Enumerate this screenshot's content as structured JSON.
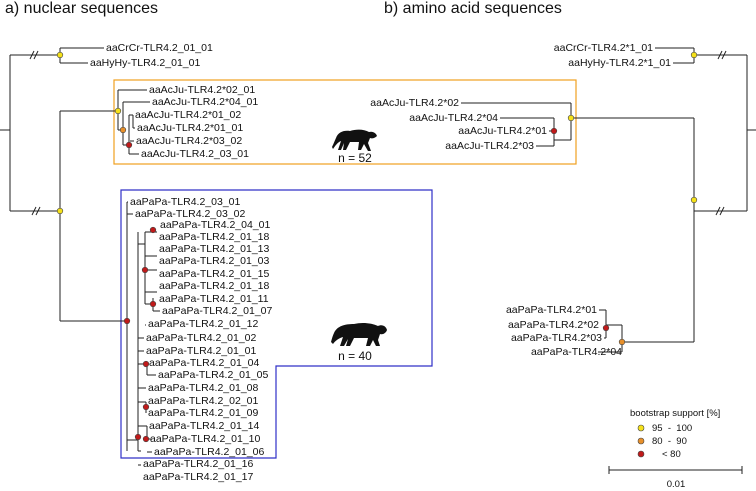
{
  "headers": {
    "a": "a) nuclear sequences",
    "b": "b) amino acid sequences"
  },
  "tree_a": {
    "outgroup": [
      "aaCrCr-TLR4.2_01_01",
      "aaHyHy-TLR4.2_01_01"
    ],
    "acju_tips": [
      "aaAcJu-TLR4.2*02_01",
      "aaAcJu-TLR4.2*04_01",
      "aaAcJu-TLR4.2*01_02",
      "aaAcJu-TLR4.2*01_01",
      "aaAcJu-TLR4.2*03_02",
      "aaAcJu-TLR4.2_03_01"
    ],
    "papa_tips": [
      "aaPaPa-TLR4.2_03_01",
      "aaPaPa-TLR4.2_03_02",
      "aaPaPa-TLR4.2_04_01",
      "aaPaPa-TLR4.2_01_18",
      "aaPaPa-TLR4.2_01_13",
      "aaPaPa-TLR4.2_01_03",
      "aaPaPa-TLR4.2_01_15",
      "aaPaPa-TLR4.2_01_18",
      "aaPaPa-TLR4.2_01_11",
      "aaPaPa-TLR4.2_01_07",
      "aaPaPa-TLR4.2_01_12",
      "aaPaPa-TLR4.2_01_02",
      "aaPaPa-TLR4.2_01_01",
      "aaPaPa-TLR4.2_01_04",
      "aaPaPa-TLR4.2_01_05",
      "aaPaPa-TLR4.2_01_08",
      "aaPaPa-TLR4.2_02_01",
      "aaPaPa-TLR4.2_01_09",
      "aaPaPa-TLR4.2_01_14",
      "aaPaPa-TLR4.2_01_10",
      "aaPaPa-TLR4.2_01_06",
      "aaPaPa-TLR4.2_01_16",
      "aaPaPa-TLR4.2_01_17"
    ]
  },
  "tree_b": {
    "outgroup": [
      "aaCrCr-TLR4.2*1_01",
      "aaHyHy-TLR4.2*1_01"
    ],
    "acju_tips": [
      "aaAcJu-TLR4.2*02",
      "aaAcJu-TLR4.2*04",
      "aaAcJu-TLR4.2*01",
      "aaAcJu-TLR4.2*03"
    ],
    "papa_tips": [
      "aaPaPa-TLR4.2*01",
      "aaPaPa-TLR4.2*02",
      "aaPaPa-TLR4.2*03",
      "aaPaPa-TLR4.2*04"
    ]
  },
  "groups": {
    "acju_n": "n = 52",
    "papa_n": "n = 40",
    "acju_color": "#f0a020",
    "papa_color": "#3030c8"
  },
  "legend": {
    "title": "bootstrap support [%]",
    "items": [
      {
        "label": "95  -  100",
        "color": "#f5e11a"
      },
      {
        "label": "80  -  90",
        "color": "#e8902a"
      },
      {
        "label": "< 80",
        "color": "#c01a1a"
      }
    ]
  },
  "scale_bar": {
    "label": "0.01"
  }
}
